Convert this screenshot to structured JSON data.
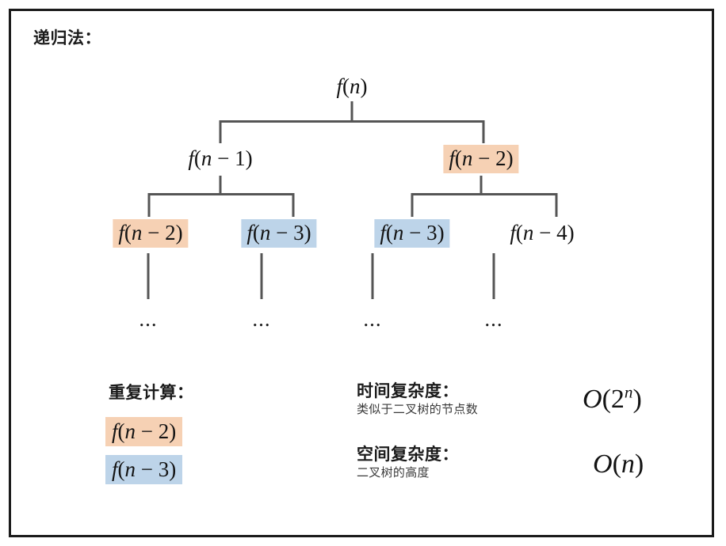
{
  "diagram": {
    "title": "递归法：",
    "colors": {
      "highlight_orange": "#f6d1b4",
      "highlight_blue": "#bdd4e9",
      "line": "#555555",
      "text": "#131313",
      "border": "#1b1b1b"
    },
    "tree": {
      "root": {
        "label": "f(n)",
        "fn": "f",
        "arg": "n",
        "highlight": "none"
      },
      "level2": [
        {
          "label": "f(n − 1)",
          "fn": "f",
          "arg_var": "n",
          "op": "−",
          "arg_num": "1",
          "highlight": "none"
        },
        {
          "label": "f(n − 2)",
          "fn": "f",
          "arg_var": "n",
          "op": "−",
          "arg_num": "2",
          "highlight": "orange"
        }
      ],
      "level3": [
        {
          "label": "f(n − 2)",
          "fn": "f",
          "arg_var": "n",
          "op": "−",
          "arg_num": "2",
          "highlight": "orange"
        },
        {
          "label": "f(n − 3)",
          "fn": "f",
          "arg_var": "n",
          "op": "−",
          "arg_num": "3",
          "highlight": "blue"
        },
        {
          "label": "f(n − 3)",
          "fn": "f",
          "arg_var": "n",
          "op": "−",
          "arg_num": "3",
          "highlight": "blue"
        },
        {
          "label": "f(n − 4)",
          "fn": "f",
          "arg_var": "n",
          "op": "−",
          "arg_num": "4",
          "highlight": "none"
        }
      ],
      "ellipsis": [
        "...",
        "...",
        "...",
        "..."
      ]
    },
    "legend": {
      "heading": "重复计算：",
      "items": [
        {
          "label": "f(n − 2)",
          "fn": "f",
          "arg_var": "n",
          "op": "−",
          "arg_num": "2",
          "highlight": "orange"
        },
        {
          "label": "f(n − 3)",
          "fn": "f",
          "arg_var": "n",
          "op": "−",
          "arg_num": "3",
          "highlight": "blue"
        }
      ]
    },
    "complexity": {
      "time": {
        "label": "时间复杂度：",
        "note": "类似于二叉树的节点数",
        "value": "O(2ⁿ)",
        "value_base": "O(2",
        "value_exp": "n",
        "value_close": ")"
      },
      "space": {
        "label": "空间复杂度：",
        "note": "二叉树的高度",
        "value": "O(n)",
        "value_o": "O",
        "value_open": "(",
        "value_var": "n",
        "value_close": ")"
      }
    }
  }
}
